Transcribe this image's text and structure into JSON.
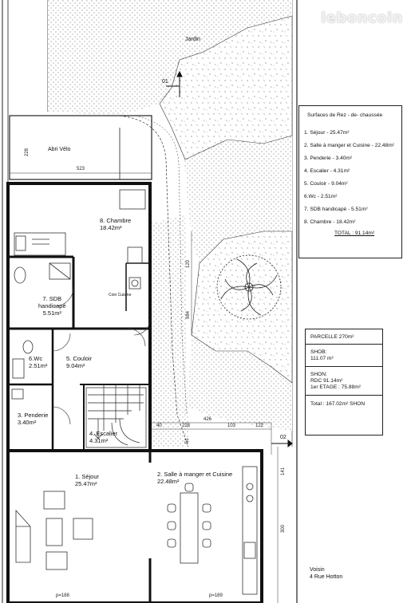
{
  "watermark": "leboncoin",
  "rooms": {
    "jardin": "Jardin",
    "abri_velo": "Abri Vélo",
    "chambre": [
      "8. Chambre",
      "18.42m²"
    ],
    "sdb": [
      "7. SDB",
      "handicapé",
      "5.51m²"
    ],
    "wc": [
      "6.Wc",
      "2.51m²"
    ],
    "couloir": [
      "5. Couloir",
      "9.04m²"
    ],
    "penderie": [
      "3. Penderie",
      "3.40m²"
    ],
    "escalier": [
      "4. Escalier",
      "4.31m²"
    ],
    "sejour": [
      "1. Séjour",
      "25.47m²"
    ],
    "salle": [
      "2. Salle à manger et Cuisine",
      "22.48m²"
    ],
    "coin_cuisine": "Coin Cuisine",
    "voisin": [
      "Voisin",
      "4 Rue Hotton"
    ]
  },
  "markers": {
    "m01": "01",
    "m02": "02"
  },
  "dimensions": {
    "d228": "228",
    "d523": "523",
    "d426": "426",
    "d40": "40",
    "d228b": "228",
    "d103": "103",
    "d122": "122",
    "d984": "984",
    "d120": "120",
    "d141": "141",
    "d300": "300",
    "d51": "51",
    "p188": "p=188",
    "p189": "p=189"
  },
  "surfaces": {
    "title": "Surfaces de Rez - de- chaussée",
    "items": [
      "1. Séjour - 25.47m²",
      "2. Salle à manger et Cuisine - 22.48m²",
      "3. Penderie - 3.40m²",
      "4. Escalier - 4.31m²",
      "5. Couloir - 9.04m²",
      "6.Wc - 2.51m²",
      "7. SDB handicapé - 5.51m²",
      "8. Chambre - 18.42m²"
    ],
    "total": "TOTAL : 91.14m²"
  },
  "parcelle": {
    "title": "PARCELLE 270m²",
    "shob_label": "SHOB:",
    "shob_value": "111.07 m²",
    "shon_label": "SHON:",
    "rdc": "RDC 91.14m²",
    "etage": "1er ETAGE : 75.88m²",
    "total": "Total : 167.02m² SHON"
  }
}
